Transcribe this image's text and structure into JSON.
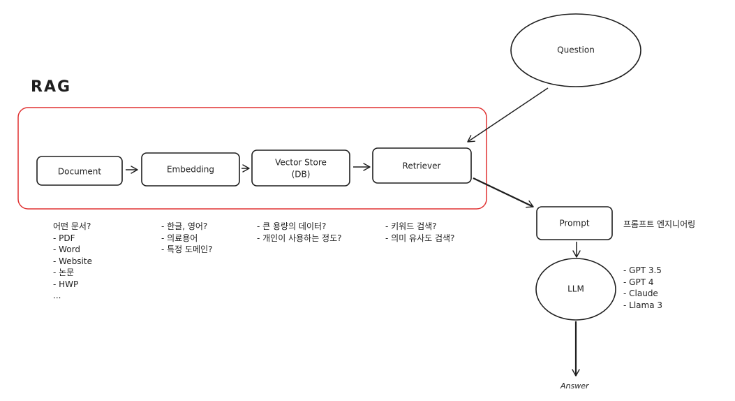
{
  "title": "RAG",
  "nodes": {
    "document": "Document",
    "embedding": "Embedding",
    "vector_store_line1": "Vector Store",
    "vector_store_line2": "(DB)",
    "retriever": "Retriever",
    "question": "Question",
    "prompt": "Prompt",
    "llm": "LLM",
    "answer": "Answer"
  },
  "labels": {
    "prompt_engineering": "프롬프트 엔지니어링"
  },
  "notes": {
    "document": [
      "어떤 문서?",
      "- PDF",
      "- Word",
      "- Website",
      "- 논문",
      "- HWP",
      "..."
    ],
    "embedding": [
      "- 한글, 영어?",
      "- 의료용어",
      "- 특정 도메인?"
    ],
    "vector_store": [
      "- 큰 용량의 데이터?",
      "- 개인이 사용하는 정도?"
    ],
    "retriever": [
      "- 키워드 검색?",
      "- 의미 유사도 검색?"
    ],
    "llm": [
      "- GPT 3.5",
      "- GPT 4",
      "- Claude",
      "- Llama 3"
    ]
  },
  "colors": {
    "rag_frame": "#e03131",
    "stroke": "#1e1e1e",
    "background": "#ffffff"
  }
}
